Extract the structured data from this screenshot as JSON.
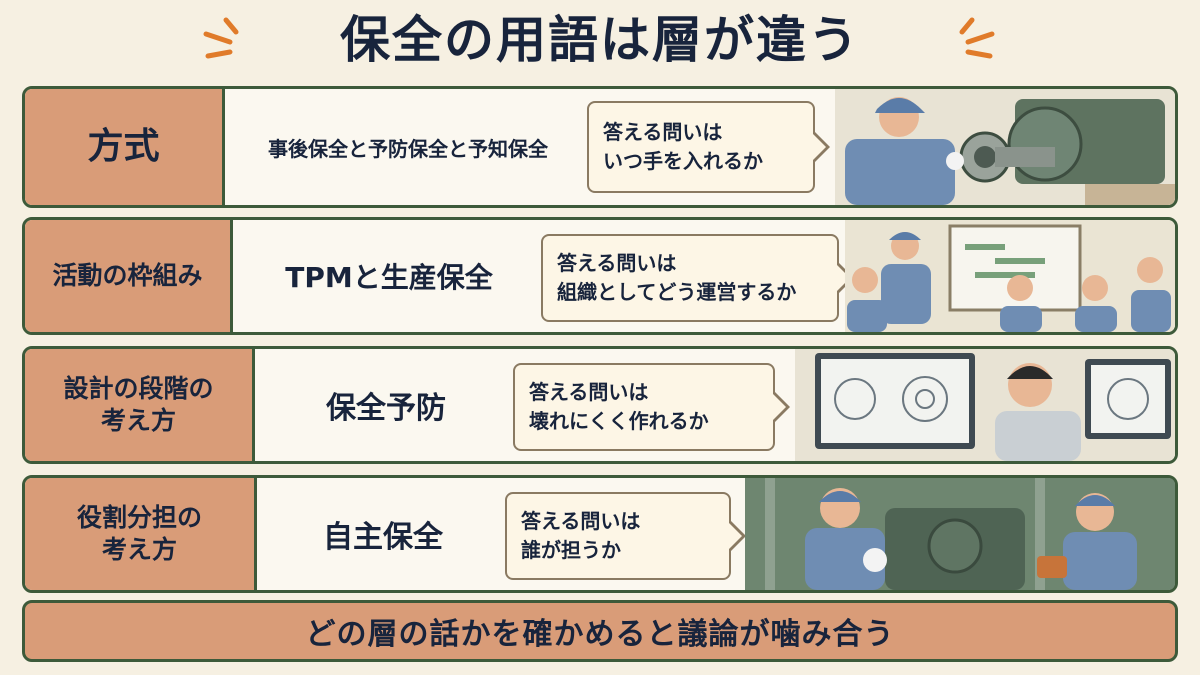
{
  "title": "保全の用語は層が違う",
  "rows": [
    {
      "label": "方式",
      "term": "事後保全と予防保全と予知保全",
      "question_line1": "答える問いは",
      "question_line2": "いつ手を入れるか"
    },
    {
      "label": "活動の枠組み",
      "term": "TPMと生産保全",
      "question_line1": "答える問いは",
      "question_line2": "組織としてどう運営するか"
    },
    {
      "label": "設計の段階の\n考え方",
      "term": "保全予防",
      "question_line1": "答える問いは",
      "question_line2": "壊れにくく作れるか"
    },
    {
      "label": "役割分担の\n考え方",
      "term": "自主保全",
      "question_line1": "答える問いは",
      "question_line2": "誰が担うか"
    }
  ],
  "footer": "どの層の話かを確かめると議論が噛み合う",
  "colors": {
    "background": "#f6f0e2",
    "label_fill": "#d99c78",
    "border": "#3d5a3a",
    "text": "#18243c",
    "accent_spark": "#e07b2a"
  }
}
